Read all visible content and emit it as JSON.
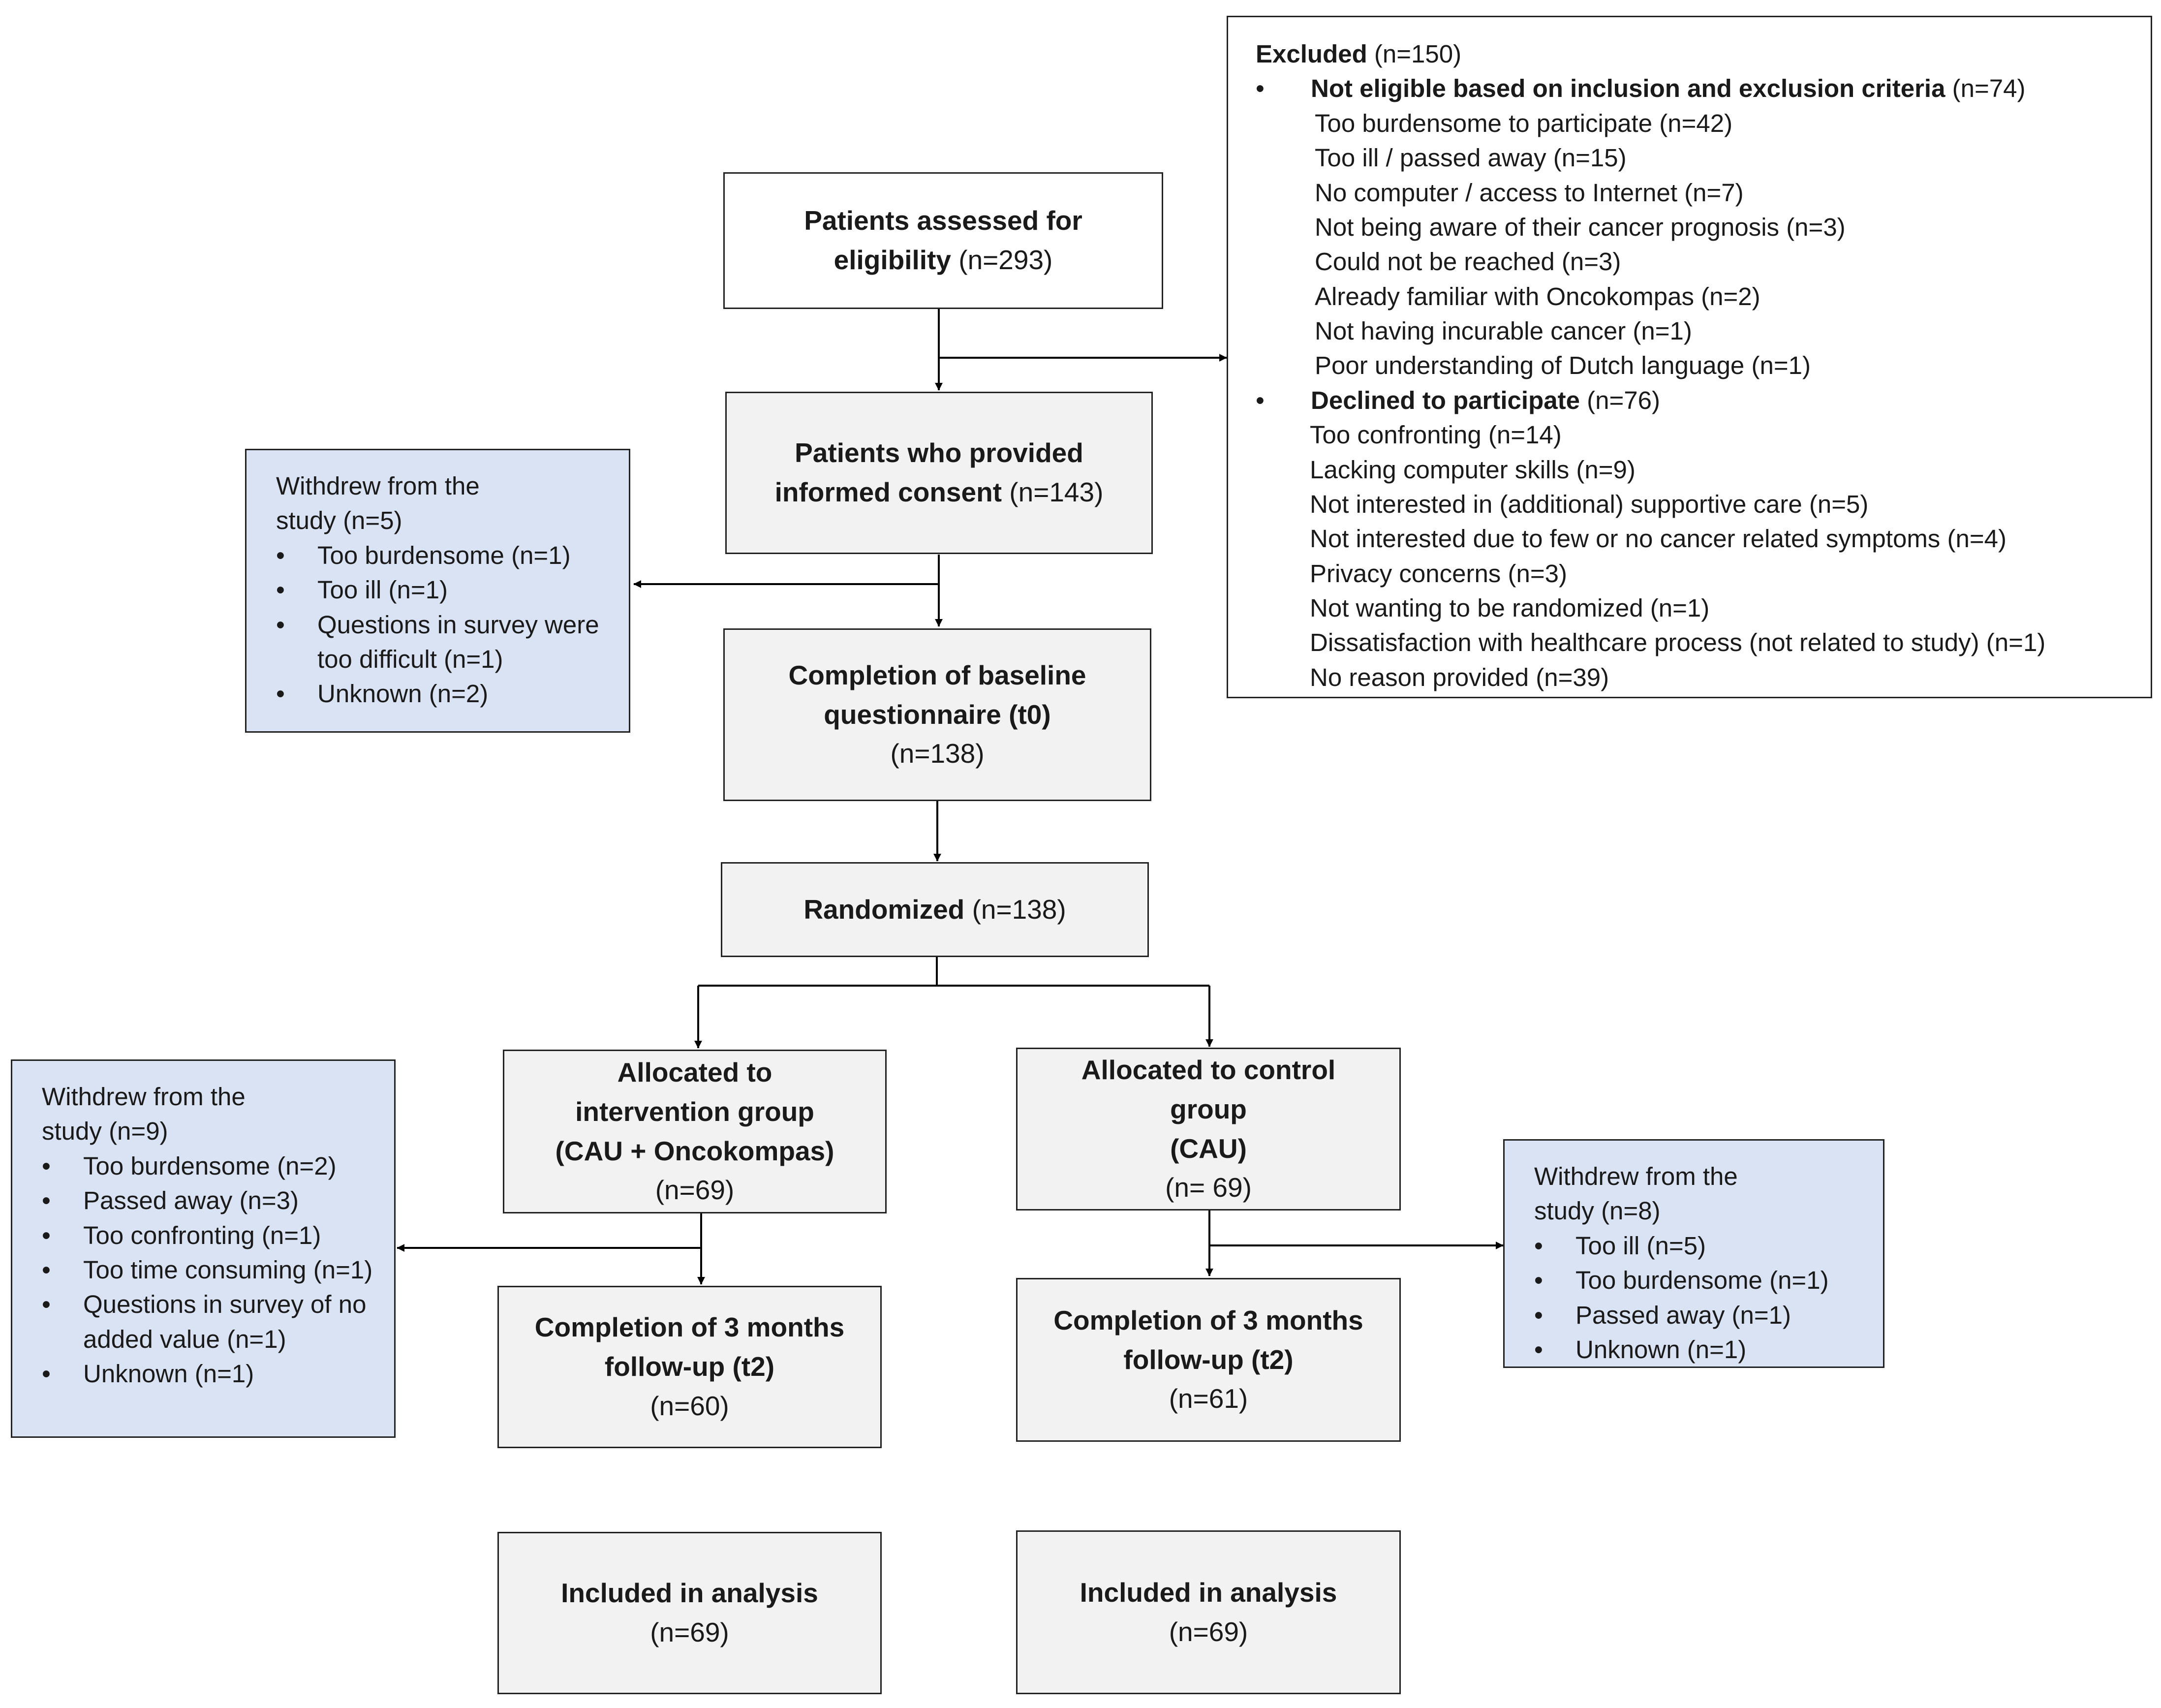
{
  "excluded": {
    "title": "Excluded",
    "n": "(n=150)",
    "sections": [
      {
        "title": "Not eligible based on inclusion and exclusion criteria",
        "n": "(n=74)",
        "items": [
          "Too burdensome to participate (n=42)",
          "Too ill / passed away (n=15)",
          "No computer / access to Internet (n=7)",
          "Not being aware of their cancer prognosis (n=3)",
          "Could not be reached (n=3)",
          "Already familiar with Oncokompas (n=2)",
          "Not having incurable cancer (n=1)",
          "Poor understanding of Dutch language (n=1)"
        ]
      },
      {
        "title": "Declined to participate",
        "n": "(n=76)",
        "items": [
          "Too confronting (n=14)",
          "Lacking computer skills (n=9)",
          "Not interested in (additional) supportive care (n=5)",
          "Not interested due to few or no cancer related symptoms (n=4)",
          "Privacy concerns (n=3)",
          "Not wanting to be randomized (n=1)",
          "Dissatisfaction with healthcare process (not related to study) (n=1)",
          "No reason provided (n=39)"
        ]
      }
    ]
  },
  "assessed": {
    "line1": "Patients assessed for",
    "line2_bold": "eligibility",
    "n": "(n=293)"
  },
  "consent": {
    "line1": "Patients who provided",
    "line2_bold": "informed consent",
    "n": "(n=143)"
  },
  "baseline": {
    "line1": "Completion of baseline",
    "line2": "questionnaire (t0)",
    "n": "(n=138)"
  },
  "randomized": {
    "label": "Randomized",
    "n": "(n=138)"
  },
  "intervention": {
    "line1": "Allocated to",
    "line2": "intervention group",
    "line3": "(CAU + Oncokompas)",
    "n": "(n=69)"
  },
  "control": {
    "line1": "Allocated to control",
    "line2": "group",
    "line3": "(CAU)",
    "n": "(n= 69)"
  },
  "followup_intervention": {
    "line1": "Completion of 3 months",
    "line2": "follow-up (t2)",
    "n": "(n=60)"
  },
  "followup_control": {
    "line1": "Completion of 3 months",
    "line2": "follow-up (t2)",
    "n": "(n=61)"
  },
  "analysis_intervention": {
    "label": "Included in analysis",
    "n": "(n=69)"
  },
  "analysis_control": {
    "label": "Included in analysis",
    "n": "(n=69)"
  },
  "withdrew_consent": {
    "title_line1": "Withdrew from the",
    "title_line2": "study (n=5)",
    "items": [
      "Too burdensome (n=1)",
      "Too ill (n=1)",
      "Questions in survey were too difficult (n=1)",
      "Unknown (n=2)"
    ]
  },
  "withdrew_intervention": {
    "title_line1": "Withdrew from the",
    "title_line2": "study (n=9)",
    "items": [
      "Too burdensome (n=2)",
      "Passed away (n=3)",
      "Too confronting (n=1)",
      "Too time consuming (n=1)",
      "Questions in survey of no added value (n=1)",
      "Unknown (n=1)"
    ]
  },
  "withdrew_control": {
    "title_line1": "Withdrew from the",
    "title_line2": "study (n=8)",
    "items": [
      "Too ill (n=5)",
      "Too burdensome (n=1)",
      "Passed away (n=1)",
      "Unknown (n=1)"
    ]
  }
}
